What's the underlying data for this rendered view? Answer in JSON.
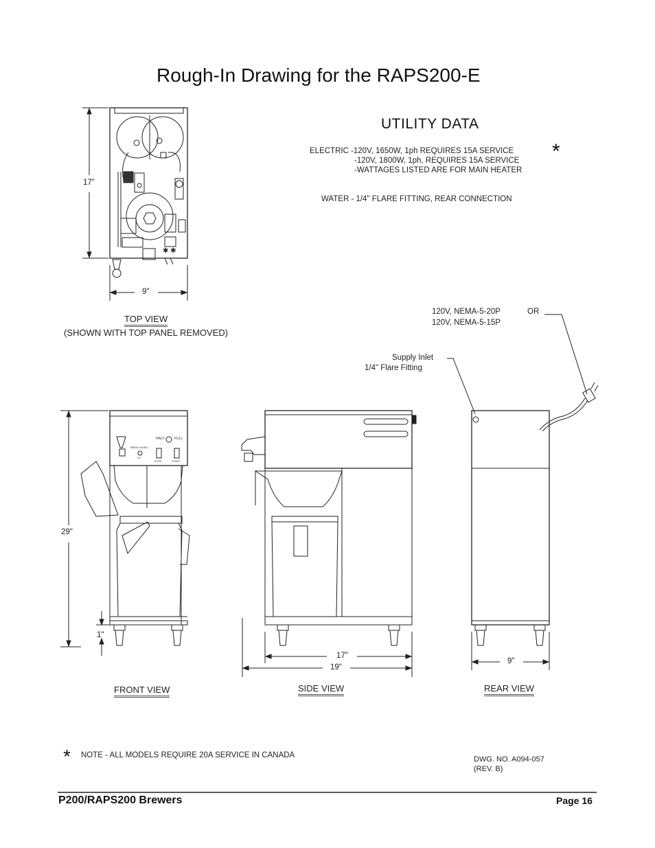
{
  "header": {
    "title": "Rough-In Drawing for the RAPS200-E"
  },
  "utility": {
    "heading": "UTILITY DATA",
    "asterisk": "*",
    "electric_1": "ELECTRIC -120V, 1650W, 1ph REQUIRES 15A SERVICE",
    "electric_2": "-120V, 1800W, 1ph, REQUIRES 15A SERVICE",
    "electric_3": "-WATTAGES LISTED ARE FOR MAIN HEATER",
    "water": "WATER - 1/4\" FLARE FITTING, REAR CONNECTION"
  },
  "top_view": {
    "height_dim": "17\"",
    "width_dim": "9\"",
    "label": "TOP VIEW",
    "sublabel": "(SHOWN WITH TOP PANEL REMOVED)"
  },
  "plugs": {
    "plug_1": "120V, NEMA-5-20P",
    "or": "OR",
    "plug_2": "120V, NEMA-5-15P"
  },
  "supply": {
    "line_1": "Supply Inlet",
    "line_2": "1/4\" Flare Fitting"
  },
  "front_view": {
    "height_dim": "29\"",
    "foot_dim": "1\"",
    "label": "FRONT VIEW",
    "panel_half": "HALF",
    "panel_full": "FULL",
    "panel_brew": "BREW WHEN",
    "panel_lit": "LIT",
    "panel_stop": "STOP",
    "panel_start": "START"
  },
  "side_view": {
    "depth_dim_1": "17\"",
    "depth_dim_2": "19\"",
    "label": "SIDE VIEW"
  },
  "rear_view": {
    "width_dim": "9\"",
    "label": "REAR VIEW"
  },
  "note": {
    "asterisk": "*",
    "text": "NOTE - ALL MODELS REQUIRE 20A SERVICE IN CANADA"
  },
  "drawing": {
    "number": "DWG. NO. A094-057",
    "rev": "(REV. B)"
  },
  "footer": {
    "left": "P200/RAPS200 Brewers",
    "right": "Page 16"
  }
}
